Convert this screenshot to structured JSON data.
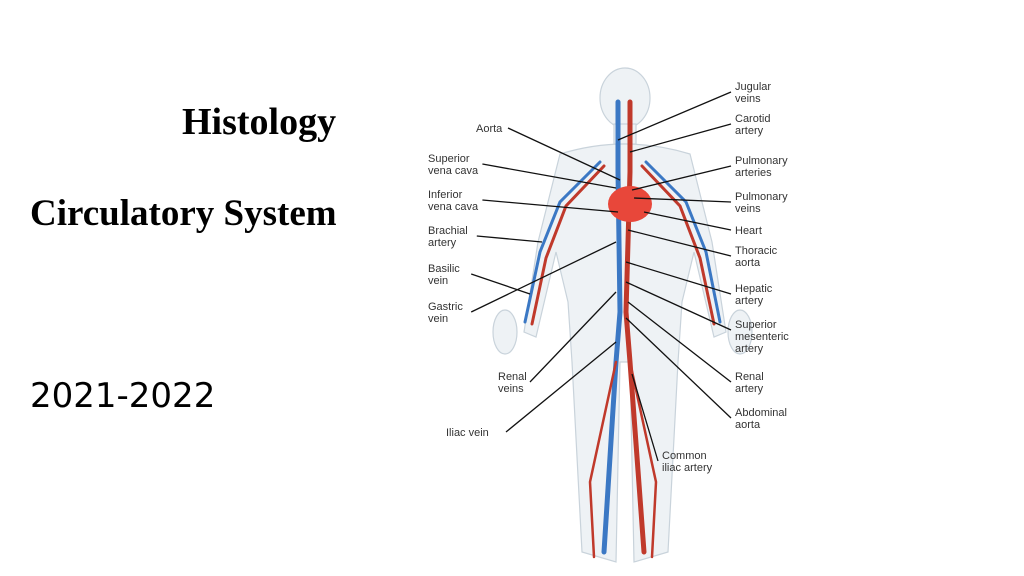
{
  "slide": {
    "title": "Histology",
    "subtitle": "Circulatory System",
    "year": "2021-2022"
  },
  "diagram": {
    "labels_left": [
      {
        "key": "aorta",
        "lines": [
          "Aorta"
        ]
      },
      {
        "key": "svc",
        "lines": [
          "Superior",
          "vena cava"
        ]
      },
      {
        "key": "ivc",
        "lines": [
          "Inferior",
          "vena cava"
        ]
      },
      {
        "key": "brachial",
        "lines": [
          "Brachial",
          "artery"
        ]
      },
      {
        "key": "basilic",
        "lines": [
          "Basilic",
          "vein"
        ]
      },
      {
        "key": "gastric",
        "lines": [
          "Gastric",
          "vein"
        ]
      },
      {
        "key": "renal-veins",
        "lines": [
          "Renal",
          "veins"
        ]
      },
      {
        "key": "iliac-vein",
        "lines": [
          "Iliac vein"
        ]
      }
    ],
    "labels_right": [
      {
        "key": "jugular",
        "lines": [
          "Jugular",
          "veins"
        ]
      },
      {
        "key": "carotid",
        "lines": [
          "Carotid",
          "artery"
        ]
      },
      {
        "key": "pulm-arteries",
        "lines": [
          "Pulmonary",
          "arteries"
        ]
      },
      {
        "key": "pulm-veins",
        "lines": [
          "Pulmonary",
          "veins"
        ]
      },
      {
        "key": "heart",
        "lines": [
          "Heart"
        ]
      },
      {
        "key": "thoracic",
        "lines": [
          "Thoracic",
          "aorta"
        ]
      },
      {
        "key": "hepatic",
        "lines": [
          "Hepatic",
          "artery"
        ]
      },
      {
        "key": "sup-mes",
        "lines": [
          "Superior",
          "mesenteric",
          "artery"
        ]
      },
      {
        "key": "renal-artery",
        "lines": [
          "Renal",
          "artery"
        ]
      },
      {
        "key": "abd-aorta",
        "lines": [
          "Abdominal",
          "aorta"
        ]
      },
      {
        "key": "common-iliac",
        "lines": [
          "Common",
          "iliac artery"
        ]
      }
    ],
    "colors": {
      "artery": "#c0392b",
      "vein": "#3b78c4",
      "heart": "#e8473a",
      "body": "#eef2f5"
    }
  }
}
